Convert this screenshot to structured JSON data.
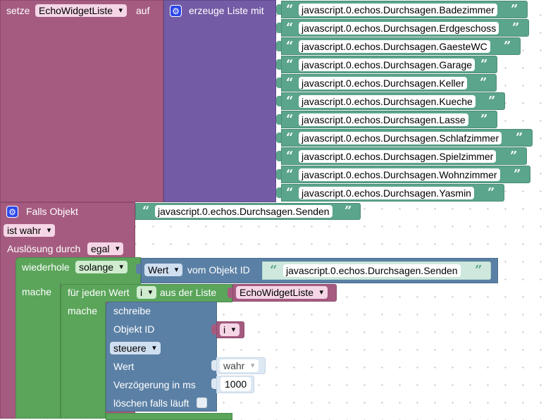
{
  "set_block": {
    "prefix": "setze",
    "variable": "EchoWidgetListe",
    "suffix": "auf"
  },
  "list_block": {
    "label": "erzeuge Liste mit",
    "items": [
      "javascript.0.echos.Durchsagen.Badezimmer",
      "javascript.0.echos.Durchsagen.Erdgeschoss",
      "javascript.0.echos.Durchsagen.GaesteWC",
      "javascript.0.echos.Durchsagen.Garage",
      "javascript.0.echos.Durchsagen.Keller",
      "javascript.0.echos.Durchsagen.Kueche",
      "javascript.0.echos.Durchsagen.Lasse",
      "javascript.0.echos.Durchsagen.Schlafzimmer",
      "javascript.0.echos.Durchsagen.Spielzimmer",
      "javascript.0.echos.Durchsagen.Wohnzimmer",
      "javascript.0.echos.Durchsagen.Yasmin"
    ]
  },
  "trigger_block": {
    "label": "Falls Objekt",
    "object_id": "javascript.0.echos.Durchsagen.Senden",
    "condition": "ist wahr",
    "trigger_label": "Auslösung durch",
    "trigger_value": "egal"
  },
  "while_block": {
    "label": "wiederhole",
    "mode": "solange",
    "do_label": "mache",
    "value_kind": "Wert",
    "from_object_label": "vom Objekt ID",
    "object_id": "javascript.0.echos.Durchsagen.Senden"
  },
  "foreach_block": {
    "label": "für jeden Wert",
    "variable": "i",
    "from_list_label": "aus der Liste",
    "list_variable": "EchoWidgetListe",
    "do_label": "mache"
  },
  "write_block": {
    "title": "schreibe",
    "object_id_label": "Objekt ID",
    "object_id_var": "i",
    "mode": "steuere",
    "value_label": "Wert",
    "value": "wahr",
    "delay_label": "Verzögerung in ms",
    "delay": "1000",
    "clear_label": "löschen falls läuft"
  },
  "colors": {
    "variables": "#a55b80",
    "lists": "#745ba5",
    "text": "#5ba58c",
    "loops": "#5ba55b",
    "io": "#5b80a5",
    "mutator": "#2d48e8"
  },
  "icons": {
    "mutator": "gear-icon",
    "quote_open": "“",
    "quote_close": "”"
  }
}
